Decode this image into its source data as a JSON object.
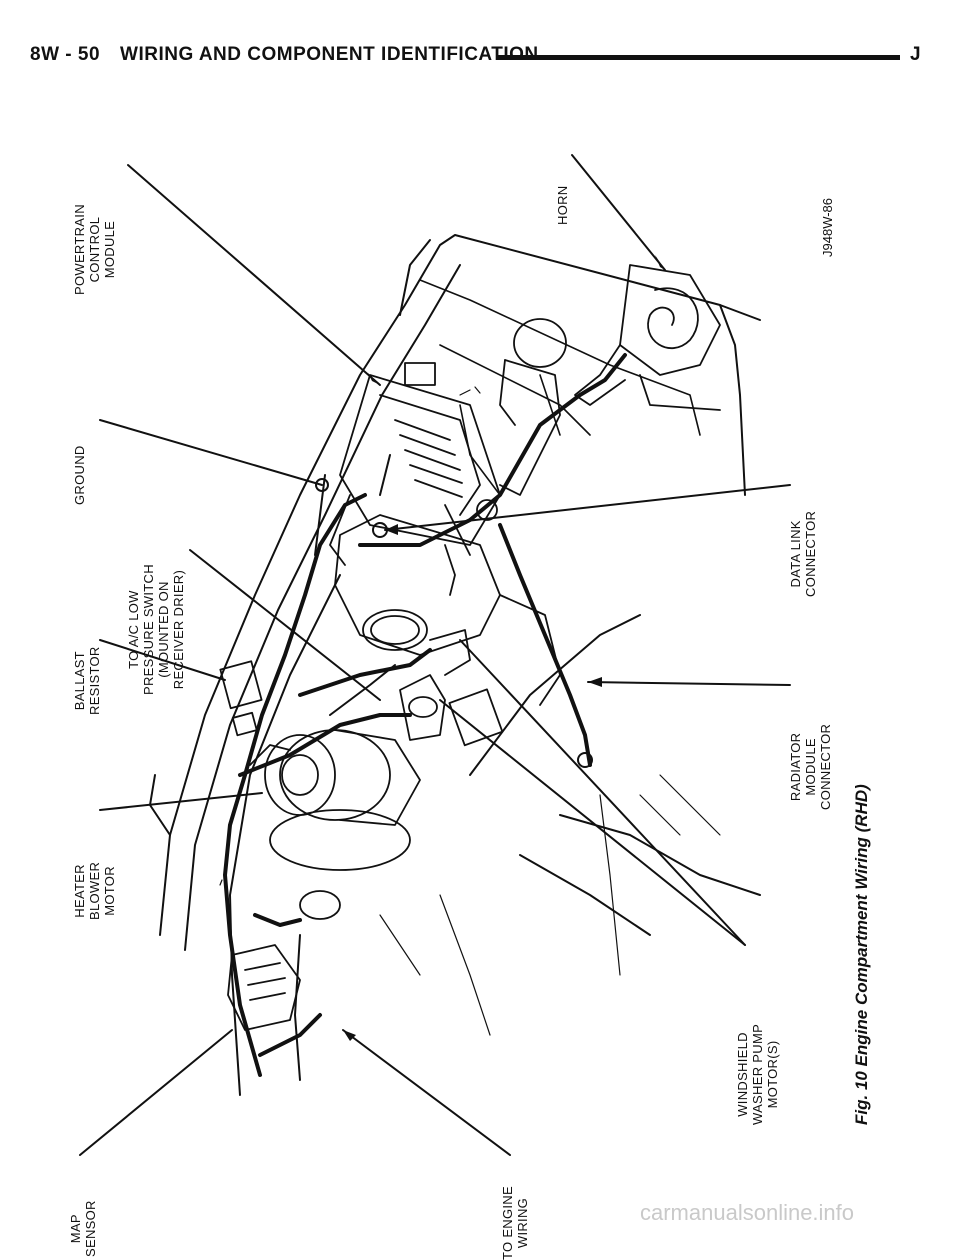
{
  "header": {
    "page_number": "8W - 50",
    "section_title": "WIRING AND COMPONENT IDENTIFICATION",
    "corner_letter": "J"
  },
  "figure": {
    "caption": "Fig. 10 Engine Compartment Wiring (RHD)",
    "drawing_id": "J948W-86",
    "labels": {
      "pcm": [
        "POWERTRAIN",
        "CONTROL",
        "MODULE"
      ],
      "ground": [
        "GROUND"
      ],
      "horn": [
        "HORN"
      ],
      "ac_switch": [
        "TO A/C LOW",
        "PRESSURE SWITCH",
        "(MOUNTED ON",
        "RECEIVER DRIER)"
      ],
      "ballast": [
        "BALLAST",
        "RESISTOR"
      ],
      "data_link": [
        "DATA LINK",
        "CONNECTOR"
      ],
      "radiator": [
        "RADIATOR",
        "MODULE",
        "CONNECTOR"
      ],
      "heater": [
        "HEATER",
        "BLOWER",
        "MOTOR"
      ],
      "washer": [
        "WINDSHIELD",
        "WASHER PUMP",
        "MOTOR(S)"
      ],
      "map": [
        "MAP",
        "SENSOR"
      ],
      "engine_wiring": [
        "TO ENGINE",
        "WIRING"
      ]
    }
  },
  "watermark": "carmanualsonline.info"
}
